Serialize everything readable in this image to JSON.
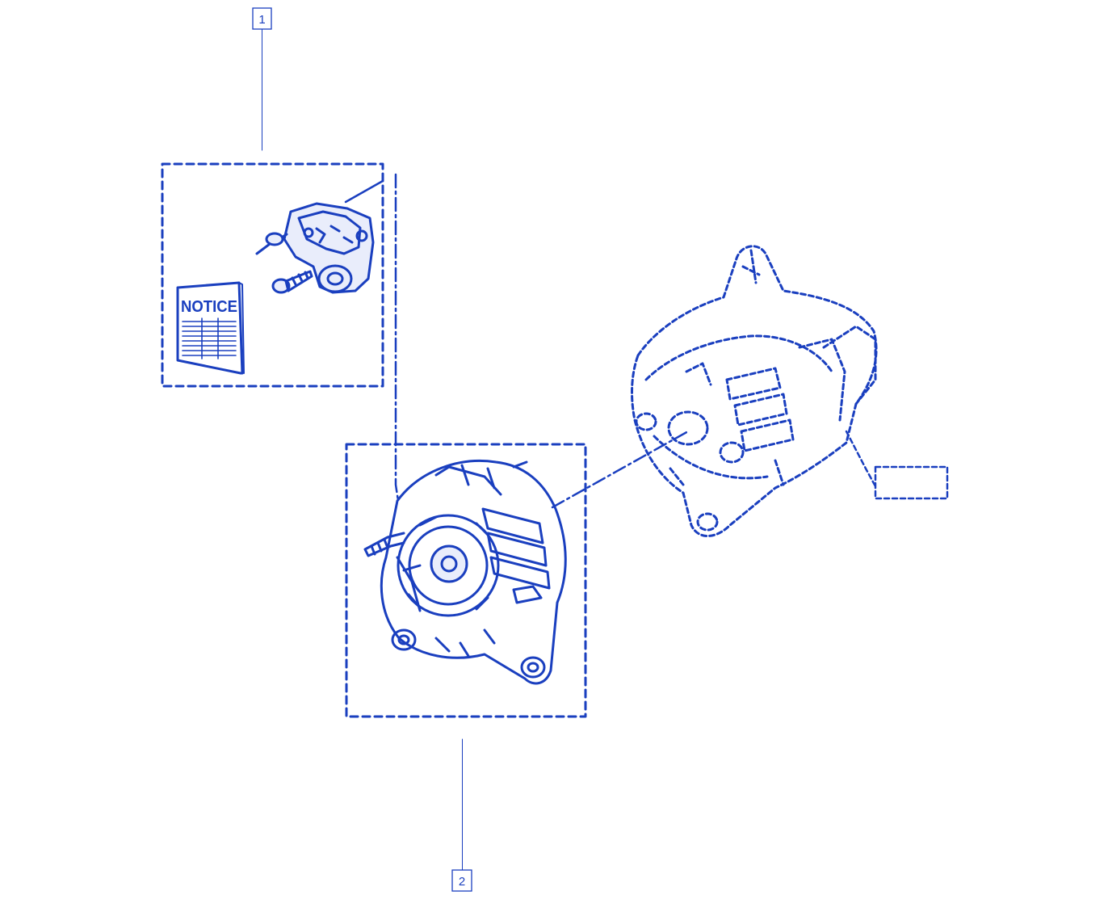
{
  "diagram": {
    "callouts": [
      {
        "id": "1",
        "label": "1"
      },
      {
        "id": "2",
        "label": "2"
      }
    ],
    "notice_label": "NOTICE",
    "icons": [
      "regulator-kit-icon",
      "screw-icon",
      "notice-booklet-icon",
      "alternator-icon",
      "existing-alternator-icon"
    ],
    "colors": {
      "ink": "#1a3fbf",
      "background": "#ffffff"
    }
  }
}
